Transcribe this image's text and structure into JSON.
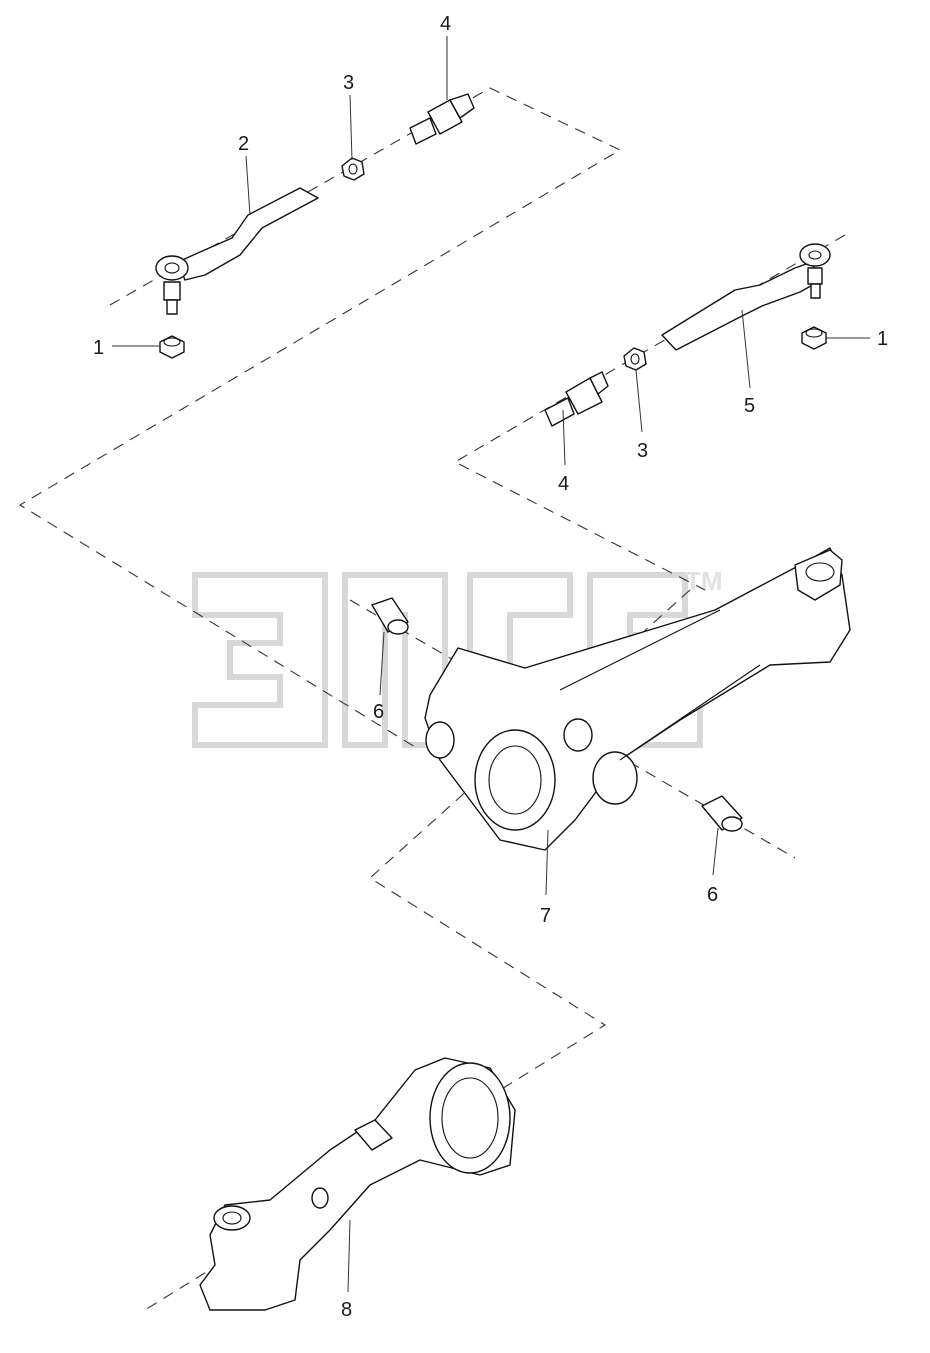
{
  "watermark": {
    "text": "эпсб",
    "trademark": "TM",
    "color": "#e2e2e2"
  },
  "callouts": [
    {
      "id": "callout-1-left",
      "label": "1"
    },
    {
      "id": "callout-2",
      "label": "2"
    },
    {
      "id": "callout-3-top",
      "label": "3"
    },
    {
      "id": "callout-4-top",
      "label": "4"
    },
    {
      "id": "callout-1-right",
      "label": "1"
    },
    {
      "id": "callout-5",
      "label": "5"
    },
    {
      "id": "callout-3-bottom",
      "label": "3"
    },
    {
      "id": "callout-4-bottom",
      "label": "4"
    },
    {
      "id": "callout-6-left",
      "label": "6"
    },
    {
      "id": "callout-6-right",
      "label": "6"
    },
    {
      "id": "callout-7",
      "label": "7"
    },
    {
      "id": "callout-8",
      "label": "8"
    }
  ],
  "line_color": "#111111"
}
